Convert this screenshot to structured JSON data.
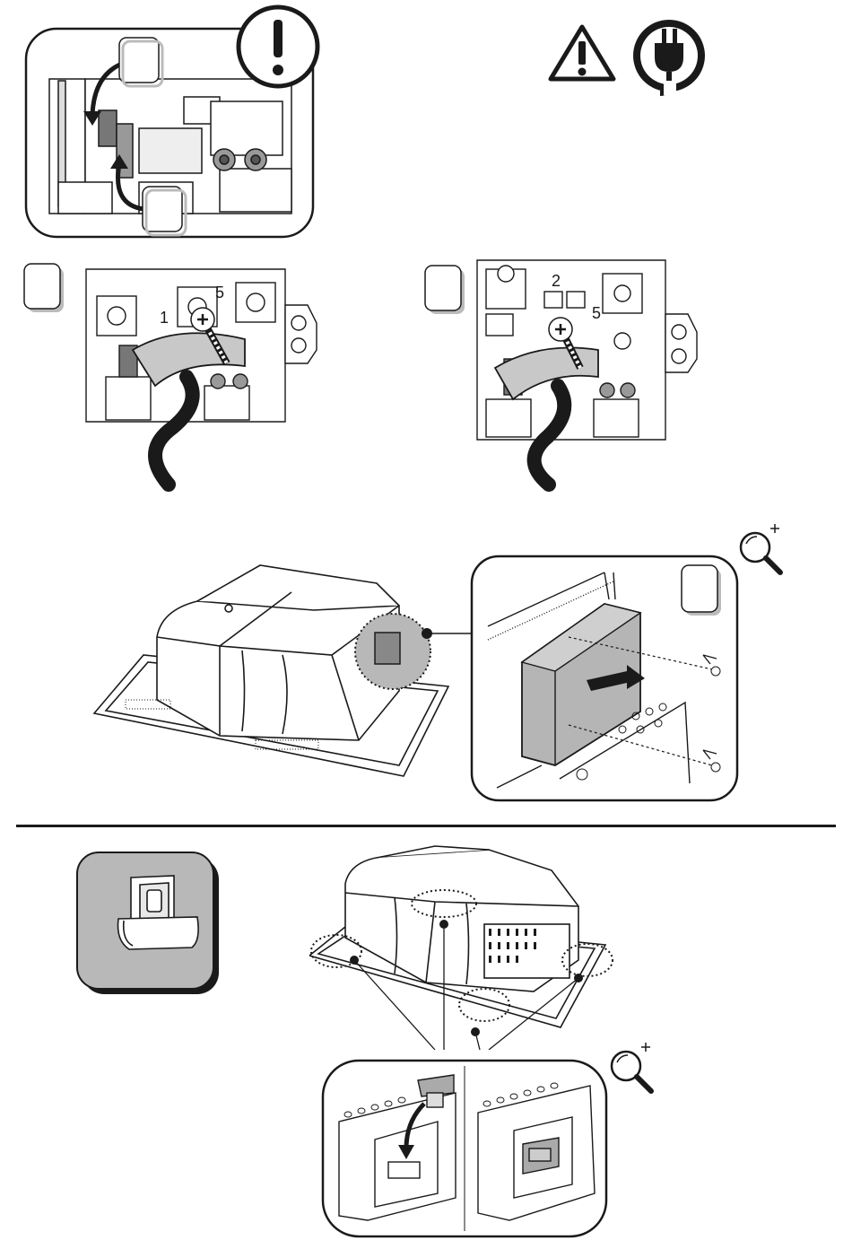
{
  "diagram_labels": {
    "top_terminal_one": "1",
    "top_terminal_five": "5",
    "right_terminal_two": "2",
    "right_terminal_five": "5"
  },
  "icons": {
    "warning": "warning-triangle-icon",
    "unplug": "power-plug-icon",
    "zoom_mid": "magnifier-plus-icon",
    "zoom_bottom": "magnifier-plus-icon",
    "exclamation": "exclamation-circle-icon",
    "clip": "cable-clip-icon"
  },
  "colors": {
    "line": "#1a1a1a",
    "fill_grey": "#bdbdbd",
    "fill_dark_grey": "#777777",
    "panel_grey": "#b8b8b8"
  }
}
